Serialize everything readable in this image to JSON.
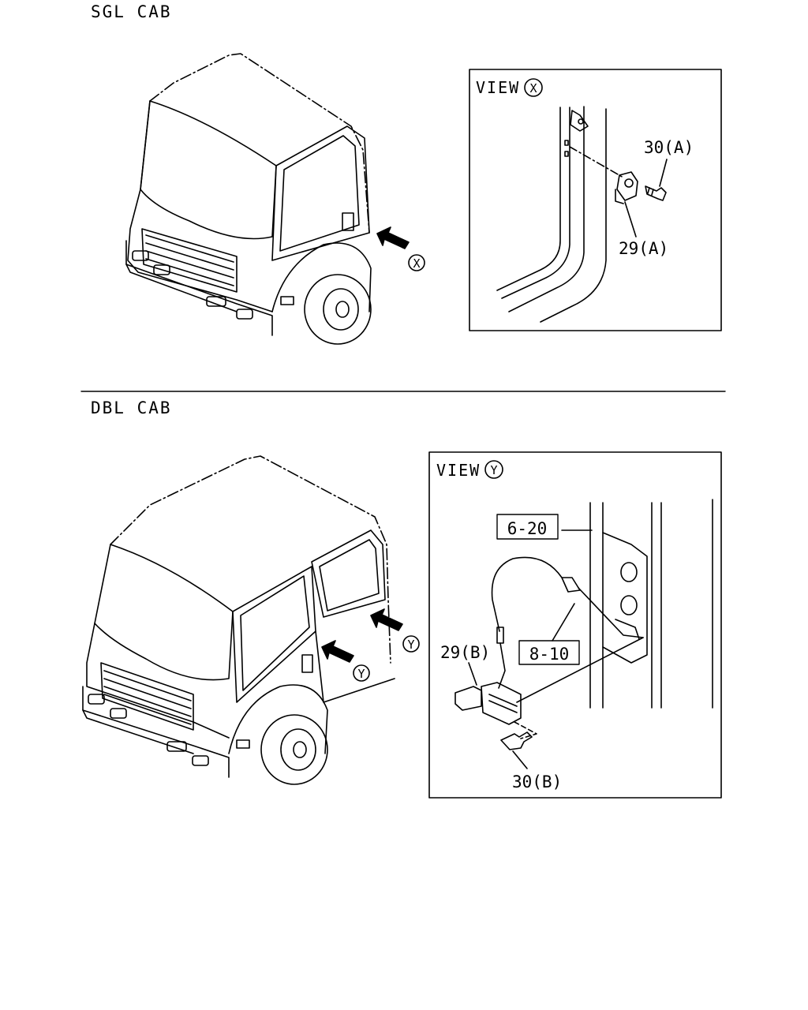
{
  "sections": {
    "sgl_cab": "SGL CAB",
    "dbl_cab": "DBL CAB"
  },
  "view_x": {
    "title": "VIEW",
    "marker": "X",
    "part_bolt": "30(A)",
    "part_striker": "29(A)"
  },
  "view_y": {
    "title": "VIEW",
    "marker": "Y",
    "ref_cable": "6-20",
    "ref_rod": "8-10",
    "part_lock": "29(B)",
    "part_bolt": "30(B)"
  },
  "arrow_markers": {
    "sgl": "X",
    "dbl_front": "Y",
    "dbl_rear": "Y"
  }
}
